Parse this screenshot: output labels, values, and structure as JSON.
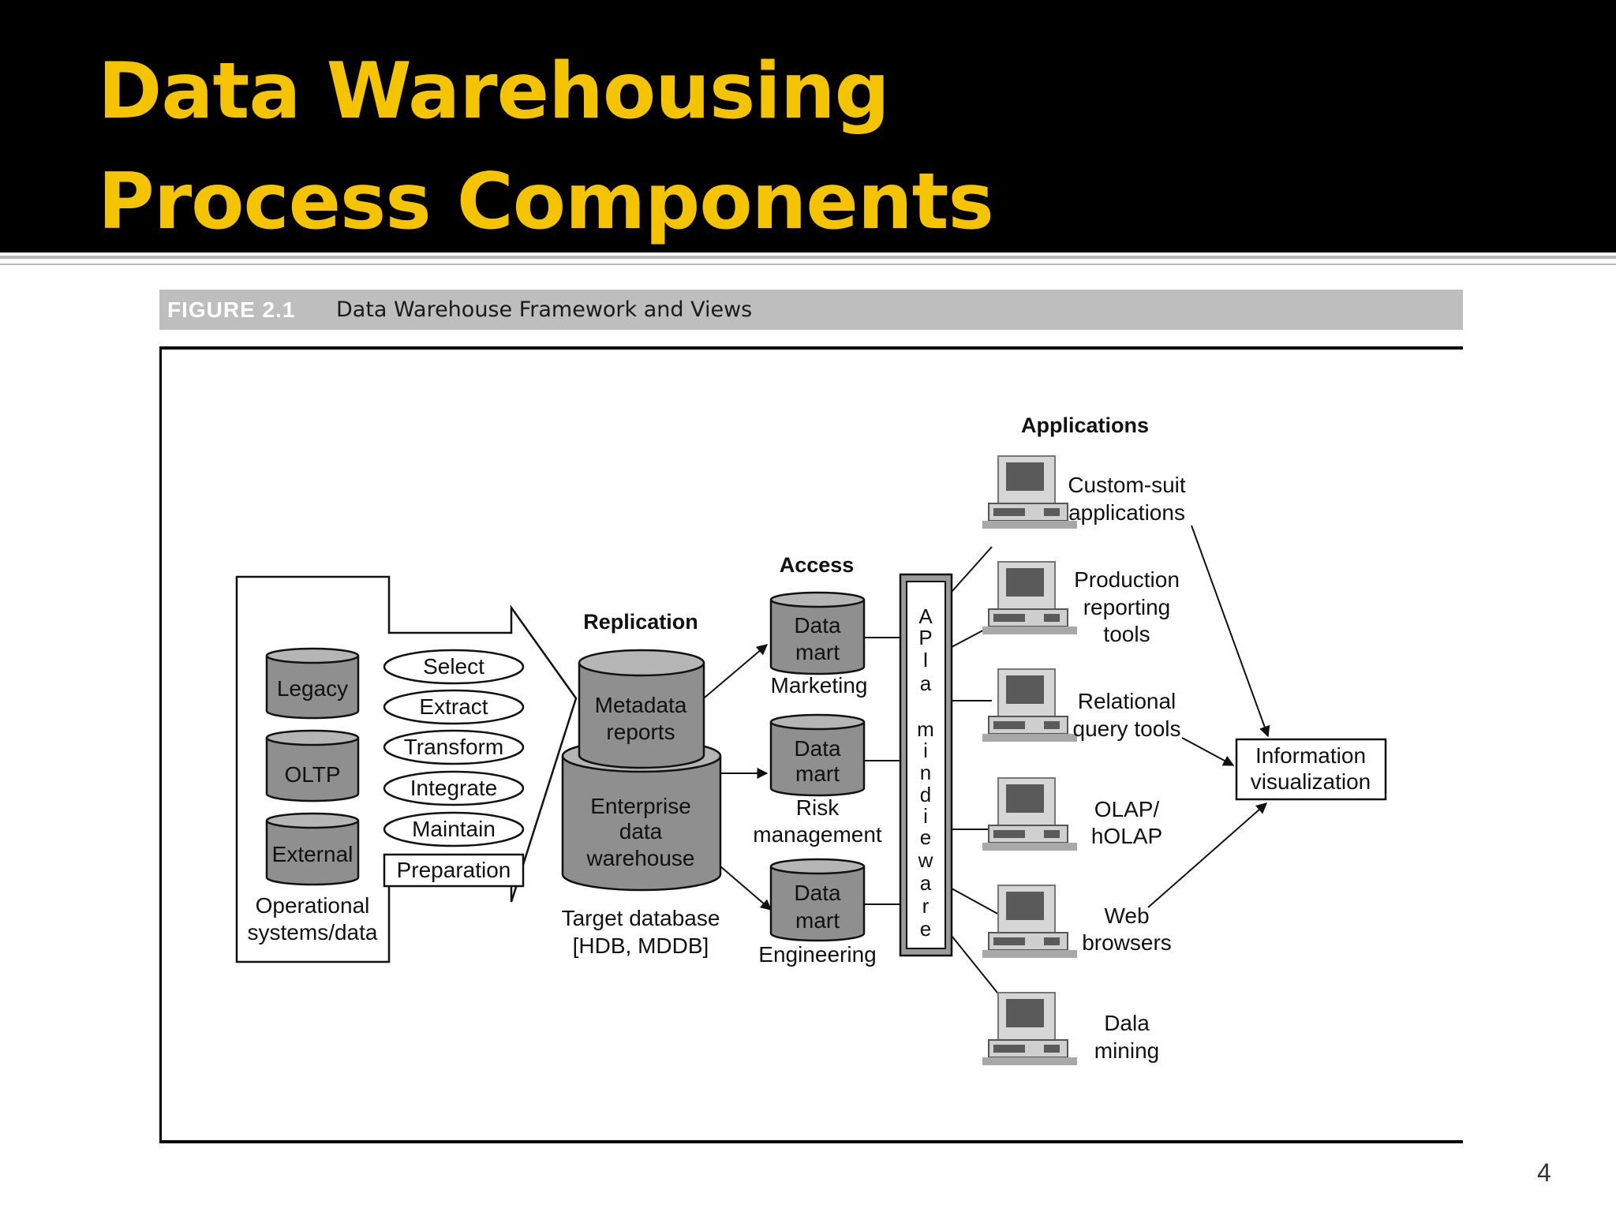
{
  "slide": {
    "title_line1": "Data Warehousing",
    "title_line2": "Process Components",
    "page_number": "4",
    "accent_color": "#f5c400"
  },
  "figure": {
    "number": "FIGURE 2.1",
    "caption": "Data Warehouse Framework and Views"
  },
  "diagram": {
    "sources": [
      "Legacy",
      "OLTP",
      "External"
    ],
    "sources_label_line1": "Operational",
    "sources_label_line2": "systems/data",
    "processes": [
      "Select",
      "Extract",
      "Transform",
      "Integrate",
      "Maintain"
    ],
    "preparation_label": "Preparation",
    "replication_heading": "Replication",
    "metadata_line1": "Metadata",
    "metadata_line2": "reports",
    "edw_line1": "Enterprise",
    "edw_line2": "data",
    "edw_line3": "warehouse",
    "target_line1": "Target database",
    "target_line2": "[HDB, MDDB]",
    "access_heading": "Access",
    "data_mart_line1": "Data",
    "data_mart_line2": "mart",
    "marts": [
      {
        "label_line1": "Marketing",
        "label_line2": ""
      },
      {
        "label_line1": "Risk",
        "label_line2": "management"
      },
      {
        "label_line1": "Engineering",
        "label_line2": ""
      }
    ],
    "middleware_letters": [
      "A",
      "P",
      "I",
      "a",
      "",
      "m",
      "i",
      "n",
      "d",
      "i",
      "e",
      "w",
      "a",
      "r",
      "e"
    ],
    "applications_heading": "Applications",
    "applications": [
      {
        "line1": "Custom-suit",
        "line2": "applications",
        "line3": ""
      },
      {
        "line1": "Production",
        "line2": "reporting",
        "line3": "tools"
      },
      {
        "line1": "Relational",
        "line2": "query tools",
        "line3": ""
      },
      {
        "line1": "OLAP/",
        "line2": "hOLAP",
        "line3": ""
      },
      {
        "line1": "Web",
        "line2": "browsers",
        "line3": ""
      },
      {
        "line1": "Dala",
        "line2": "mining",
        "line3": ""
      }
    ],
    "visualization_line1": "Information",
    "visualization_line2": "visualization"
  }
}
